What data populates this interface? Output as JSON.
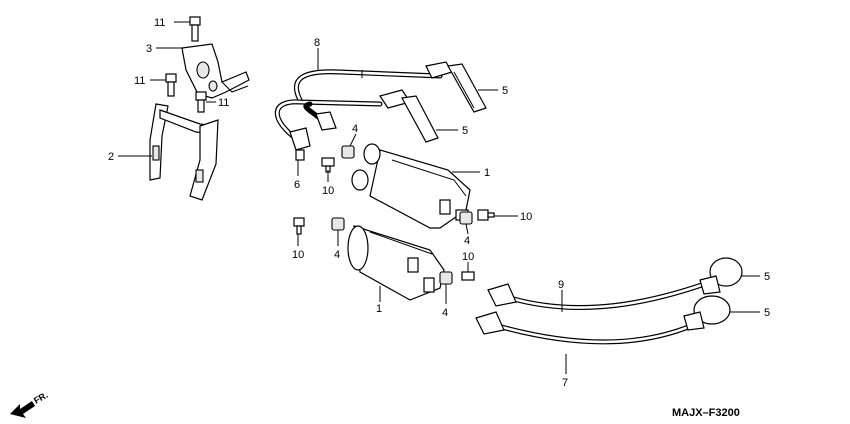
{
  "callouts": {
    "c11a": "11",
    "c3": "3",
    "c11b": "11",
    "c11c": "11",
    "c2": "2",
    "c8": "8",
    "c5a": "5",
    "c5b": "5",
    "c4a": "4",
    "c6": "6",
    "c10a": "10",
    "c1a": "1",
    "c10b": "10",
    "c4b": "4",
    "c10c": "10",
    "c4c": "4",
    "c10d": "10",
    "c1b": "1",
    "c4d": "4",
    "c9": "9",
    "c5c": "5",
    "c5d": "5",
    "c7": "7"
  },
  "front_indicator": "FR.",
  "diagram_code": "MAJX–F3200"
}
